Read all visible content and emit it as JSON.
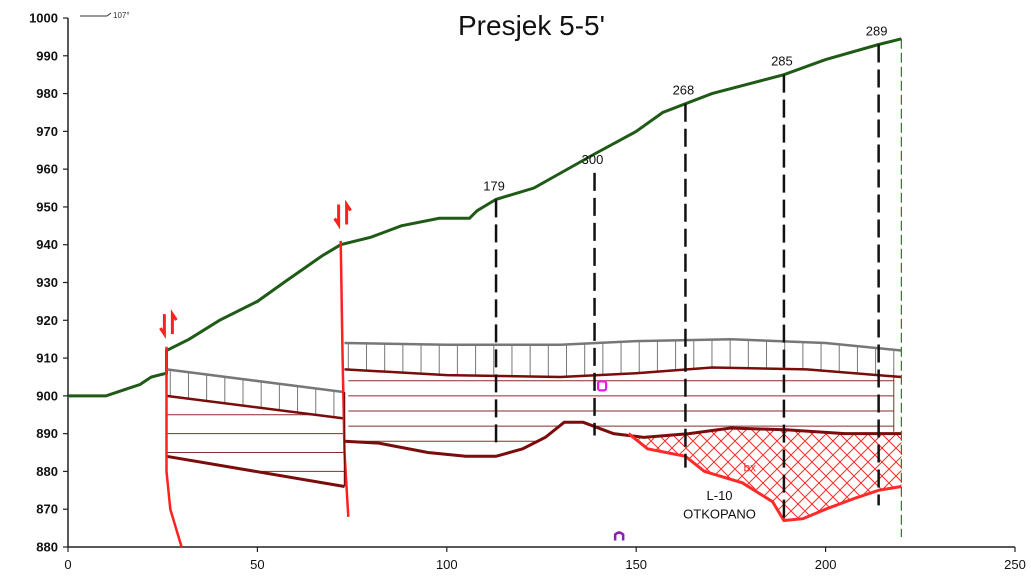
{
  "title": "Presjek 5-5'",
  "north_label": "107°",
  "colors": {
    "terrain": "#1f5a17",
    "layer": "#7a0c0c",
    "fault": "#ff2020",
    "mined": "#ff2a2a",
    "grey": "#777777",
    "marker": "#e020e0",
    "marker2": "#8a1fb0"
  },
  "boreholes": [
    {
      "label": "179",
      "x": 113
    },
    {
      "label": "300",
      "x": 139
    },
    {
      "label": "268",
      "x": 163
    },
    {
      "label": "285",
      "x": 189
    },
    {
      "label": "289",
      "x": 214
    }
  ],
  "annotations": {
    "bx": "bx",
    "mined_line1": "L-10",
    "mined_line2": "OTKOPANO"
  },
  "chart_data": {
    "type": "line",
    "title": "Presjek 5-5'",
    "xlabel": "",
    "ylabel": "",
    "xlim": [
      0,
      250
    ],
    "ylim": [
      860,
      1000
    ],
    "x_ticks": [
      "0",
      "50",
      "100",
      "150",
      "200",
      "250"
    ],
    "y_ticks": [
      "880",
      "870",
      "880",
      "890",
      "900",
      "910",
      "920",
      "930",
      "940",
      "950",
      "960",
      "970",
      "980",
      "990",
      "1000"
    ],
    "series": [
      {
        "role": "terrain",
        "points": [
          [
            0,
            900
          ],
          [
            10,
            900
          ],
          [
            19,
            903
          ],
          [
            22,
            905
          ],
          [
            26,
            906
          ],
          [
            26,
            912
          ],
          [
            32,
            915
          ],
          [
            40,
            920
          ],
          [
            50,
            925
          ],
          [
            57,
            930
          ],
          [
            67,
            937
          ],
          [
            72,
            940
          ],
          [
            80,
            942
          ],
          [
            88,
            945
          ],
          [
            98,
            947
          ],
          [
            106,
            947
          ],
          [
            108,
            949
          ],
          [
            113,
            952
          ],
          [
            123,
            955
          ],
          [
            139,
            964
          ],
          [
            150,
            970
          ],
          [
            157,
            975
          ],
          [
            170,
            980
          ],
          [
            189,
            985
          ],
          [
            200,
            989
          ],
          [
            214,
            993
          ],
          [
            220,
            994.5
          ]
        ]
      },
      {
        "role": "cover-top-left",
        "points": [
          [
            26,
            907
          ],
          [
            73,
            901
          ]
        ]
      },
      {
        "role": "cover-bottom-left",
        "points": [
          [
            26,
            900
          ],
          [
            73,
            894
          ]
        ]
      },
      {
        "role": "layer-bottom-left",
        "points": [
          [
            26,
            884
          ],
          [
            73,
            876
          ]
        ]
      },
      {
        "role": "cover-top-right",
        "points": [
          [
            73,
            914
          ],
          [
            100,
            913.5
          ],
          [
            130,
            913.5
          ],
          [
            150,
            914.5
          ],
          [
            175,
            915
          ],
          [
            200,
            914
          ],
          [
            220,
            912
          ]
        ]
      },
      {
        "role": "cover-bottom-right",
        "points": [
          [
            73,
            907
          ],
          [
            100,
            905.5
          ],
          [
            130,
            905
          ],
          [
            150,
            906
          ],
          [
            170,
            907.5
          ],
          [
            195,
            907
          ],
          [
            220,
            905
          ]
        ]
      },
      {
        "role": "layer-bottom-right",
        "points": [
          [
            73,
            888
          ],
          [
            82,
            887.5
          ],
          [
            95,
            885
          ],
          [
            105,
            884
          ],
          [
            113,
            884
          ],
          [
            120,
            886
          ],
          [
            126,
            889
          ],
          [
            131,
            893
          ],
          [
            136,
            893
          ],
          [
            144,
            890
          ],
          [
            152,
            889
          ],
          [
            164,
            890
          ],
          [
            175,
            891.5
          ],
          [
            190,
            891
          ],
          [
            205,
            890
          ],
          [
            220,
            890
          ]
        ]
      },
      {
        "role": "mined-boundary",
        "points": [
          [
            148,
            890
          ],
          [
            153,
            886
          ],
          [
            163,
            884
          ],
          [
            168,
            880
          ],
          [
            178,
            877
          ],
          [
            186,
            872
          ],
          [
            189,
            867
          ],
          [
            194,
            867.5
          ],
          [
            200,
            870
          ],
          [
            208,
            873
          ],
          [
            214,
            875
          ],
          [
            220,
            876
          ]
        ]
      }
    ],
    "faults": [
      {
        "name": "fault-left",
        "points": [
          [
            26,
            913
          ],
          [
            26,
            880
          ],
          [
            27,
            870
          ],
          [
            30,
            860
          ]
        ]
      },
      {
        "name": "fault-right",
        "points": [
          [
            72,
            941
          ],
          [
            72.5,
            910
          ],
          [
            73,
            885
          ],
          [
            74,
            868
          ]
        ]
      }
    ]
  }
}
